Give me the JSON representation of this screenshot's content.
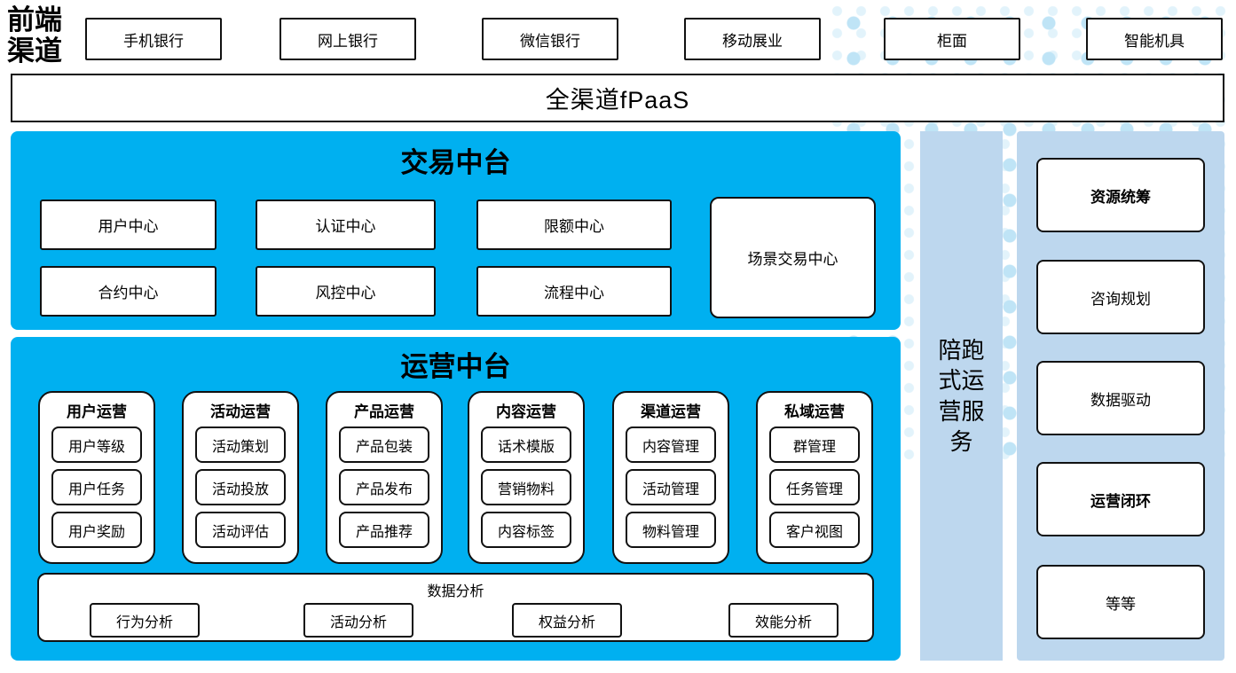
{
  "front_channels": {
    "label": "前端\n渠道",
    "items": [
      {
        "label": "手机银行"
      },
      {
        "label": "网上银行"
      },
      {
        "label": "微信银行"
      },
      {
        "label": "移动展业"
      },
      {
        "label": "柜面"
      },
      {
        "label": "智能机具"
      }
    ]
  },
  "fpaas": {
    "label": "全渠道fPaaS"
  },
  "trade_platform": {
    "title": "交易中台",
    "centers": [
      "用户中心",
      "认证中心",
      "限额中心",
      "合约中心",
      "风控中心",
      "流程中心"
    ],
    "scenario_center": "场景交易中心"
  },
  "ops_platform": {
    "title": "运营中台",
    "columns": [
      {
        "title": "用户运营",
        "items": [
          "用户等级",
          "用户任务",
          "用户奖励"
        ]
      },
      {
        "title": "活动运营",
        "items": [
          "活动策划",
          "活动投放",
          "活动评估"
        ]
      },
      {
        "title": "产品运营",
        "items": [
          "产品包装",
          "产品发布",
          "产品推荐"
        ]
      },
      {
        "title": "内容运营",
        "items": [
          "话术模版",
          "营销物料",
          "内容标签"
        ]
      },
      {
        "title": "渠道运营",
        "items": [
          "内容管理",
          "活动管理",
          "物料管理"
        ]
      },
      {
        "title": "私域运营",
        "items": [
          "群管理",
          "任务管理",
          "客户视图"
        ]
      }
    ],
    "data_analysis": {
      "title": "数据分析",
      "items": [
        "行为分析",
        "活动分析",
        "权益分析",
        "效能分析"
      ]
    }
  },
  "accompany_service": {
    "label": "陪跑式运营服务"
  },
  "service_column": {
    "items": [
      {
        "label": "资源统筹",
        "bold": true
      },
      {
        "label": "咨询规划",
        "bold": false
      },
      {
        "label": "数据驱动",
        "bold": false
      },
      {
        "label": "运营闭环",
        "bold": true
      },
      {
        "label": "等等",
        "bold": false
      }
    ]
  },
  "colors": {
    "primary_blue": "#00B0F0",
    "light_blue": "#BDD7EE",
    "dot_blue": "#BFE4F6",
    "border": "#111111"
  }
}
